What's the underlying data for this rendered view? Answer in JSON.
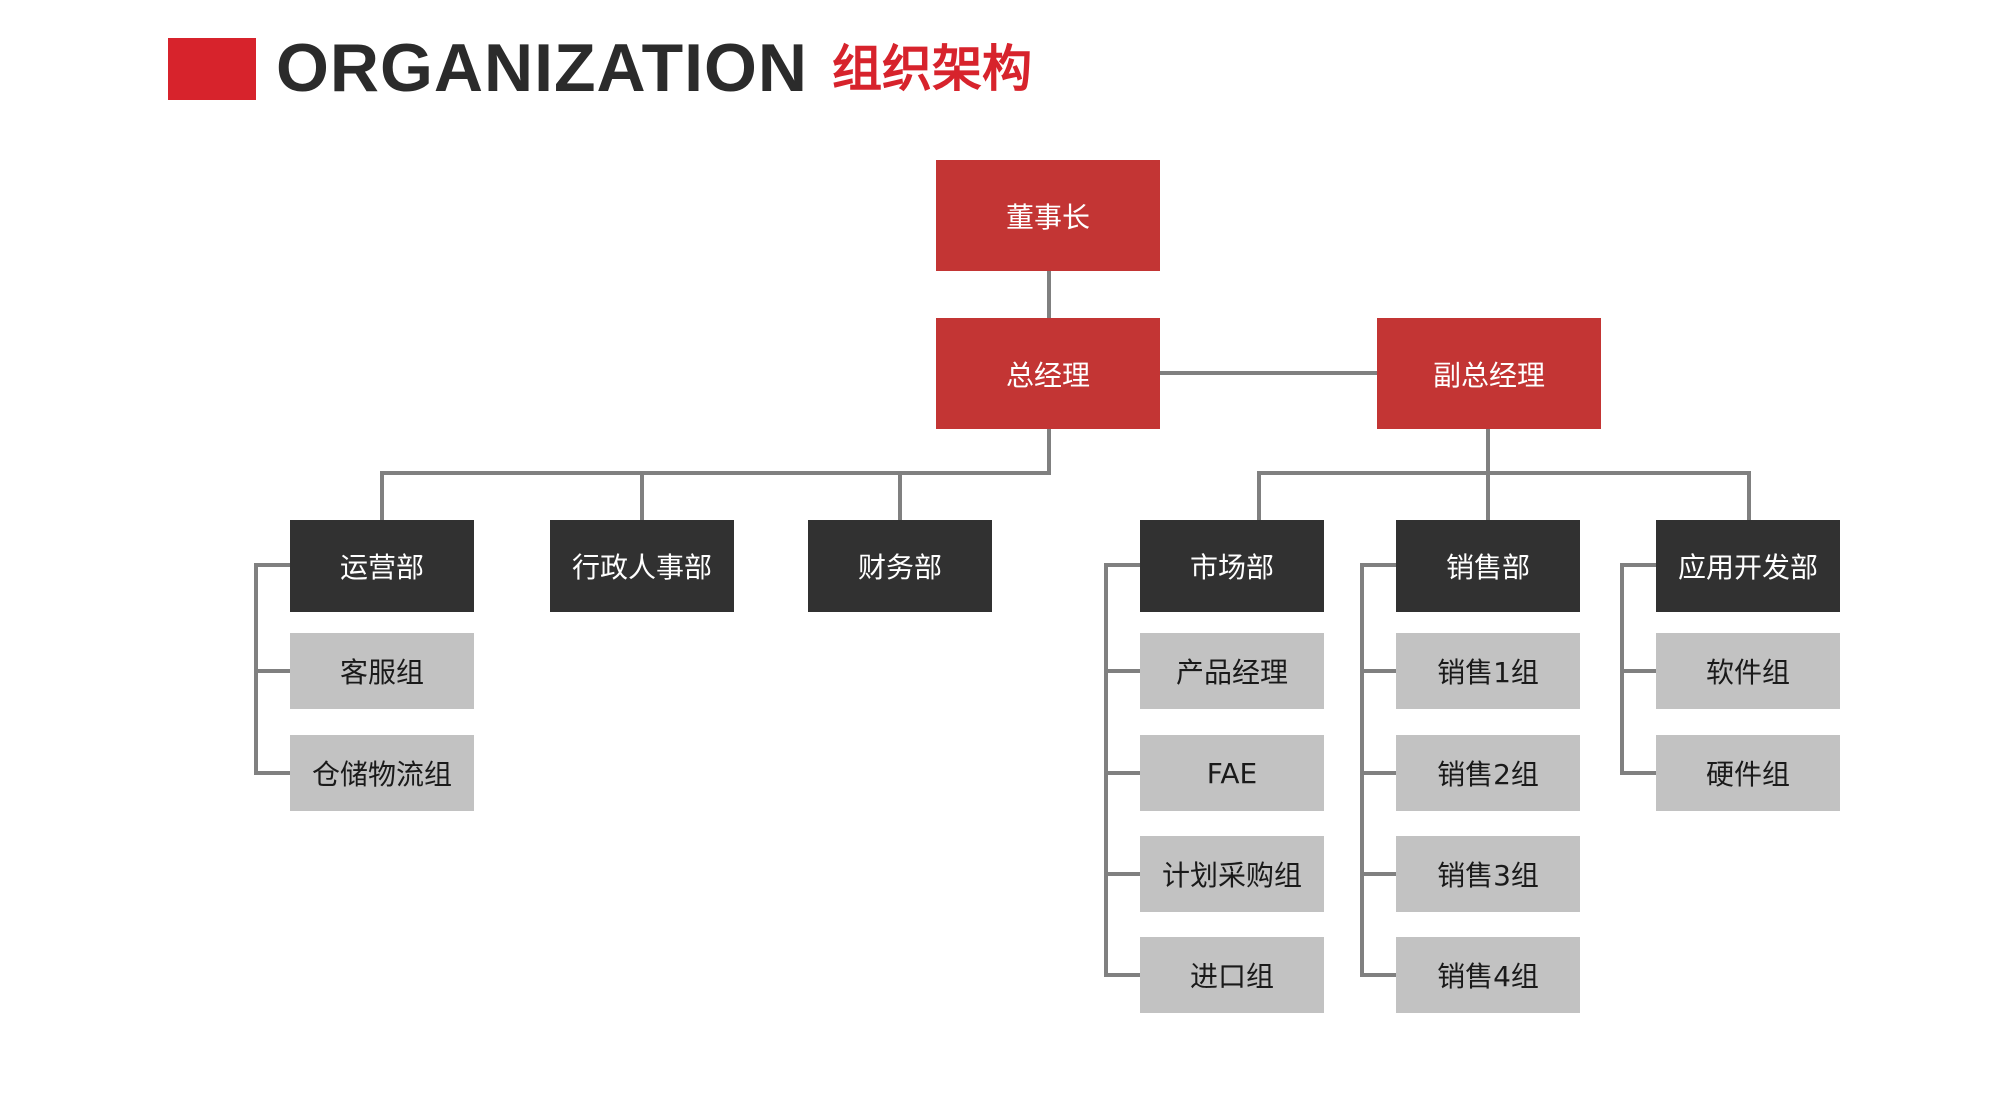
{
  "header": {
    "title_en": "ORGANIZATION",
    "title_cn": "组织架构"
  },
  "colors": {
    "accent_red": "#d7232c",
    "executive_box": "#c33534",
    "department_box": "#313131",
    "team_box": "#c2c2c2",
    "connector": "#808080"
  },
  "org": {
    "chairman": "董事长",
    "general_manager": "总经理",
    "deputy_general_manager": "副总经理",
    "departments": [
      {
        "name": "运营部",
        "teams": [
          "客服组",
          "仓储物流组"
        ]
      },
      {
        "name": "行政人事部",
        "teams": []
      },
      {
        "name": "财务部",
        "teams": []
      },
      {
        "name": "市场部",
        "teams": [
          "产品经理",
          "FAE",
          "计划采购组",
          "进口组"
        ]
      },
      {
        "name": "销售部",
        "teams": [
          "销售1组",
          "销售2组",
          "销售3组",
          "销售4组"
        ]
      },
      {
        "name": "应用开发部",
        "teams": [
          "软件组",
          "硬件组"
        ]
      }
    ]
  }
}
